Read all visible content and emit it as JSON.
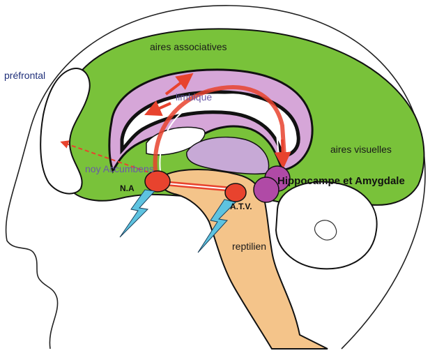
{
  "diagram": {
    "labels": {
      "prefrontal": "préfrontal",
      "aires_associatives": "aires associatives",
      "limbique": "limbique",
      "aires_visuelles": "aires visuelles",
      "noy_accumbens": "noy Accumbens",
      "na": "N.A",
      "atv": "A.T.V.",
      "hippocampe": "Hippocampe et Amygdale",
      "reptilien": "reptilien"
    },
    "colors": {
      "cortex": "#79c23a",
      "limbic": "#d6a6d8",
      "reptilian": "#f4c48a",
      "pathway": "#e8432e",
      "nucleus": "#e8432e",
      "hippocampus": "#b04aa6",
      "lightning": "#5ec3e0",
      "outline": "#111111"
    },
    "icons": [
      "lightning-bolt-icon",
      "arrowhead-icon"
    ]
  }
}
